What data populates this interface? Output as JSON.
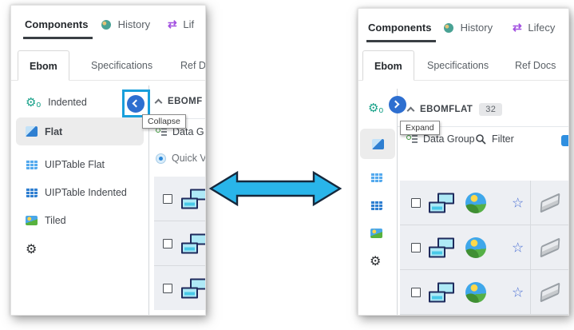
{
  "left_panel": {
    "title_tabs": [
      {
        "label": "Components",
        "active": true
      },
      {
        "label": "History",
        "active": false
      },
      {
        "label": "Lif",
        "active": false
      }
    ],
    "sub_tabs": [
      {
        "label": "Ebom",
        "active": true
      },
      {
        "label": "Specifications",
        "active": false
      },
      {
        "label": "Ref Do",
        "active": false
      }
    ],
    "sidebar_items": [
      {
        "label": "Indented",
        "icon": "gears-icon",
        "selected": false
      },
      {
        "label": "Flat",
        "icon": "flat-view-icon",
        "selected": true
      },
      {
        "label": "UIPTable Flat",
        "icon": "table-icon-light",
        "selected": false
      },
      {
        "label": "UIPTable Indented",
        "icon": "table-icon-dark",
        "selected": false
      },
      {
        "label": "Tiled",
        "icon": "image-icon",
        "selected": false
      }
    ],
    "collapse_tooltip": "Collapse",
    "grid": {
      "header": "EBOMF",
      "data_group_label": "Data G",
      "quick_label": "Quick V",
      "row_count": 3
    }
  },
  "right_panel": {
    "title_tabs": [
      {
        "label": "Components",
        "active": true
      },
      {
        "label": "History",
        "active": false
      },
      {
        "label": "Lifecy",
        "active": false
      }
    ],
    "sub_tabs": [
      {
        "label": "Ebom",
        "active": true
      },
      {
        "label": "Specifications",
        "active": false
      },
      {
        "label": "Ref Docs",
        "active": false
      }
    ],
    "expand_tooltip": "Expand",
    "grid": {
      "header": "EBOMFLAT",
      "badge": "32",
      "data_group_label": "Data Group",
      "filter_label": "Filter",
      "row_count": 3
    }
  },
  "colors": {
    "accent_button": "#2e6fd0",
    "annotation_highlight": "#199fdb",
    "arrow_fill": "#29b5ea",
    "arrow_outline": "#16283c",
    "selected_item_bg": "#ececec",
    "rows_bg": "#edeff3",
    "lifecycle_icon": "#a24fe0",
    "history_icon": "#49a294"
  }
}
